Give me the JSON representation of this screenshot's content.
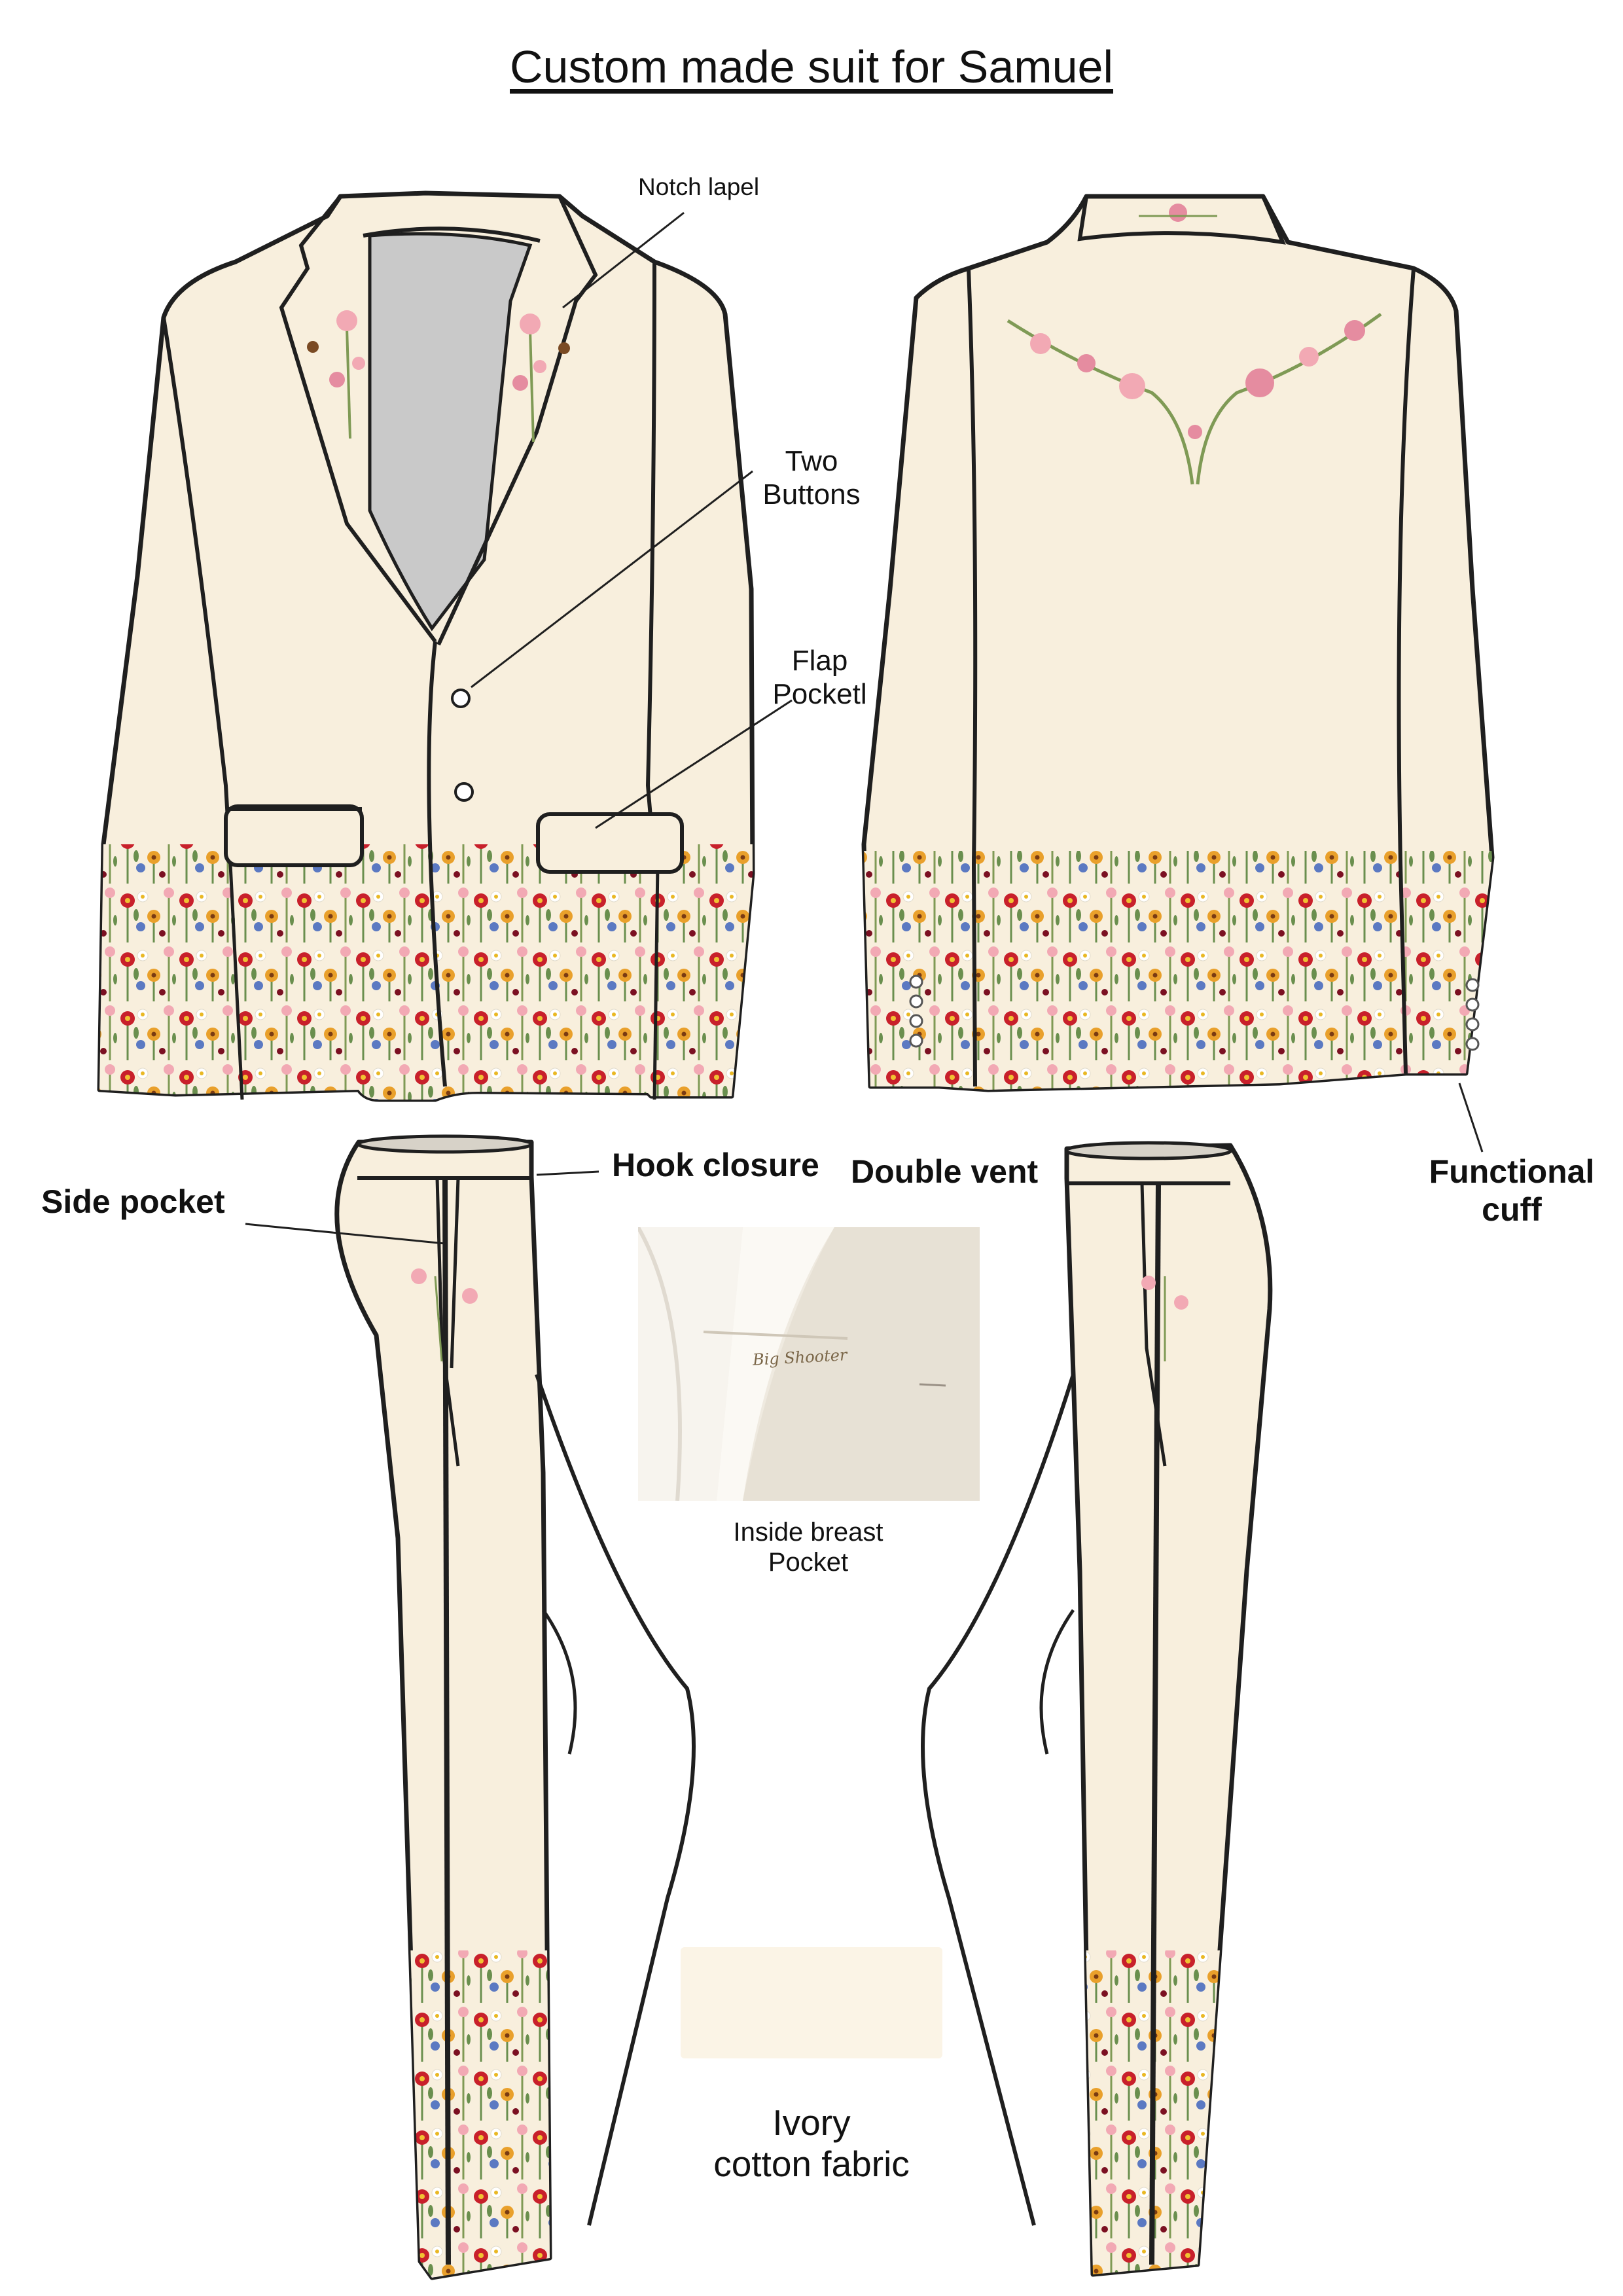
{
  "title": "Custom made suit for Samuel",
  "labels": {
    "notch_lapel": "Notch lapel",
    "two_buttons_line1": "Two",
    "two_buttons_line2": "Buttons",
    "flap_pocket_line1": "Flap",
    "flap_pocket_line2": "Pocketl",
    "hook_closure": "Hook closure",
    "side_pocket": "Side pocket",
    "double_vent": "Double vent",
    "functional_cuff_line1": "Functional",
    "functional_cuff_line2": "cuff",
    "inside_breast_line1": "Inside breast",
    "inside_breast_line2": "Pocket",
    "fabric_line1": "Ivory",
    "fabric_line2": "cotton fabric"
  },
  "pocket_label_text": "Big Shooter",
  "colors": {
    "ivory": "#f8efdd",
    "outline": "#1f1f1f",
    "lining": "#c9c9c9",
    "swatch": "#fbf4e6"
  },
  "embroidery_colors": [
    "#c8202b",
    "#e9a02b",
    "#f2a9b4",
    "#5b79c2",
    "#7b1022",
    "#ffffff",
    "#6a8f4e"
  ]
}
